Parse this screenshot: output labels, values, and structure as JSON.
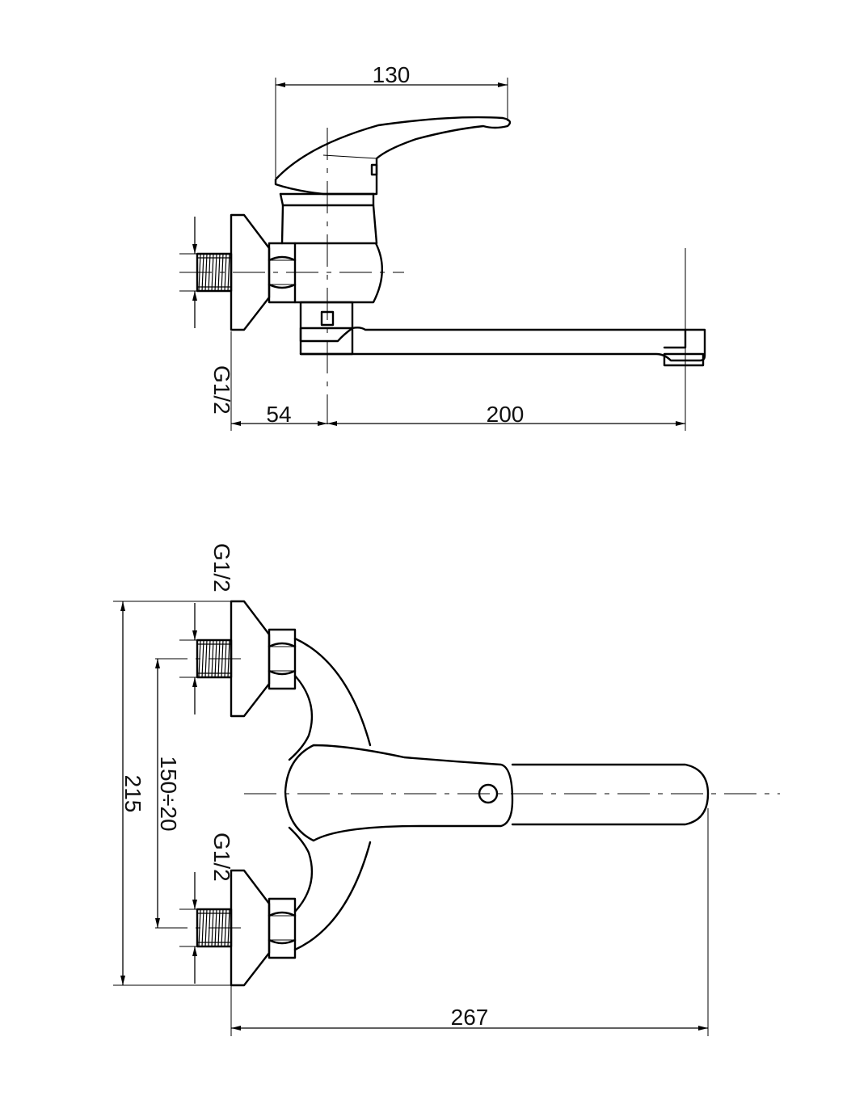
{
  "side_view": {
    "dim_handle_reach": "130",
    "dim_wall_to_axis": "54",
    "dim_spout_reach": "200",
    "thread_label": "G1/2"
  },
  "front_view": {
    "thread_label_top": "G1/2",
    "thread_label_bottom": "G1/2",
    "dim_height_total": "215",
    "dim_connection_spacing": "150÷20",
    "dim_total_length": "267"
  }
}
